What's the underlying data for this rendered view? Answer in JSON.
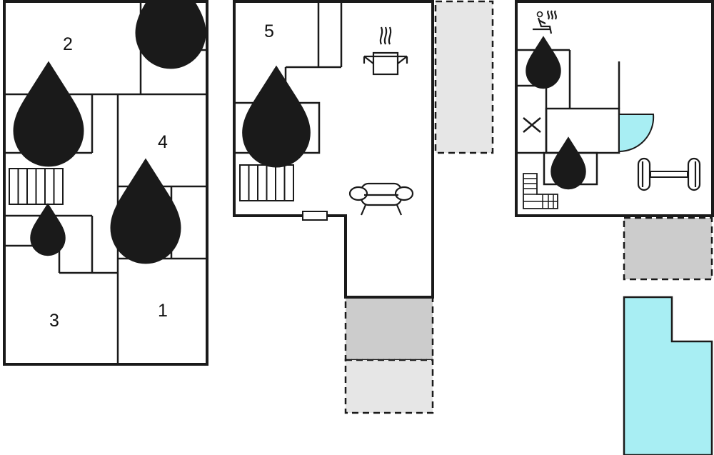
{
  "rooms": {
    "r1": "1",
    "r2": "2",
    "r3": "3",
    "r4": "4",
    "r5": "5"
  },
  "colors": {
    "water": "#a8eef3",
    "paving_dark": "#cccccc",
    "paving_light": "#e6e6e6",
    "pool": "#a8eef3",
    "wall": "#1a1a1a"
  },
  "icons": [
    "water-drop-icon",
    "stairs-icon",
    "cooking-pot-icon",
    "sofa-icon",
    "sauna-icon",
    "dumbbell-icon",
    "door-swing-icon"
  ]
}
